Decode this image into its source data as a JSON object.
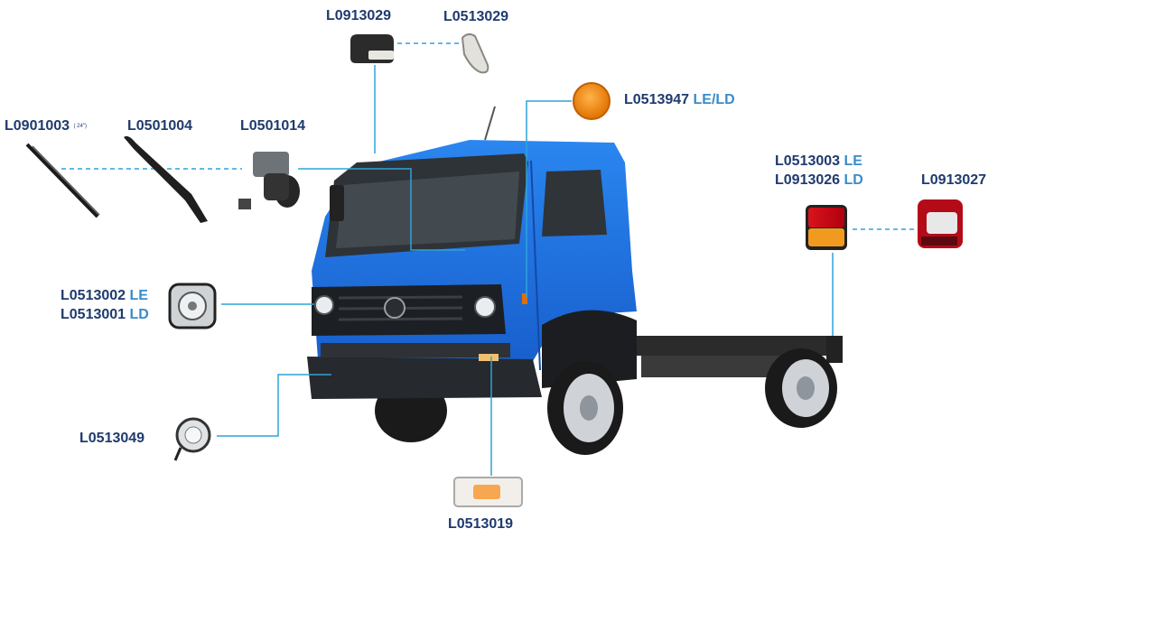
{
  "parts": {
    "roof_lamp_base": "L0913029",
    "roof_lamp_lens": "L0513029",
    "side_marker": {
      "code": "L0513947",
      "side": "LE/LD"
    },
    "wiper_blade": {
      "code": "L0901003",
      "note": "( 24\")"
    },
    "wiper_arm": "L0501004",
    "wiper_motor": "L0501014",
    "tail_lamp_le": {
      "code": "L0513003",
      "side": "LE"
    },
    "tail_lamp_ld": {
      "code": "L0913026",
      "side": "LD"
    },
    "plate_lamp": "L0913027",
    "headlamp_le": {
      "code": "L0513002",
      "side": "LE"
    },
    "headlamp_ld": {
      "code": "L0513001",
      "side": "LD"
    },
    "fog_lamp": "L0513049",
    "turn_signal": "L0513019"
  },
  "colors": {
    "label_dark": "#1f3a6e",
    "label_side": "#3a8cc9",
    "leader_line": "#2ea3d8",
    "cab_blue": "#1e6fe0"
  }
}
